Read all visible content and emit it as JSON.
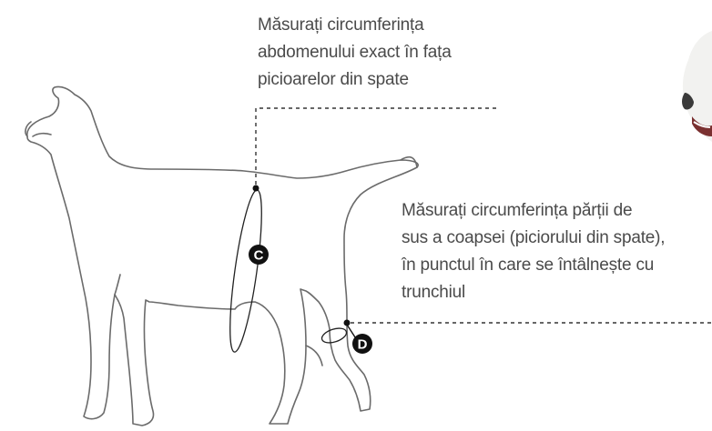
{
  "callouts": {
    "abdomen": {
      "marker": "C",
      "lines": [
        "Măsurați circumferința",
        "abdomenului exact în fața",
        "picioarelor din spate"
      ]
    },
    "thigh": {
      "marker": "D",
      "lines": [
        "Măsurați circumferința părții de",
        "sus a coapsei (piciorului din spate),",
        "în punctul în care se întâlnește cu",
        "trunchiul"
      ]
    }
  },
  "colors": {
    "outline": "#6b6b6b",
    "marker": "#111111",
    "text": "#4a4a4a",
    "leader": "#333333"
  },
  "icons": {
    "dog": "dog-outline-icon",
    "photo": "dog-photo-icon"
  }
}
